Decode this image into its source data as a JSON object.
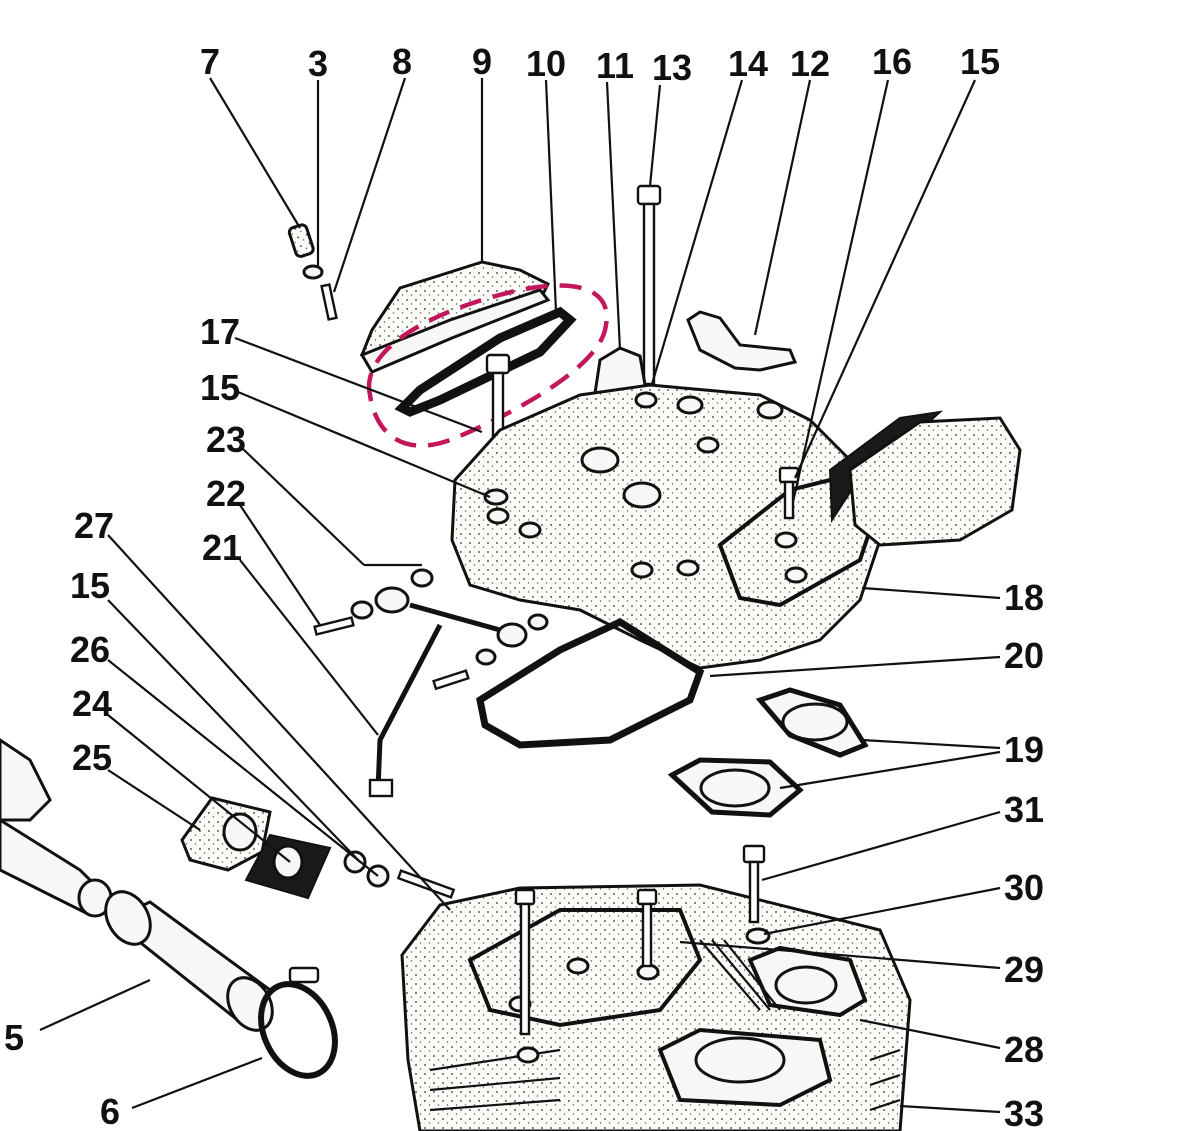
{
  "callouts": [
    {
      "id": "c7",
      "text": "7"
    },
    {
      "id": "c3",
      "text": "3"
    },
    {
      "id": "c8",
      "text": "8"
    },
    {
      "id": "c9",
      "text": "9"
    },
    {
      "id": "c10",
      "text": "10"
    },
    {
      "id": "c11",
      "text": "11"
    },
    {
      "id": "c13",
      "text": "13"
    },
    {
      "id": "c14",
      "text": "14"
    },
    {
      "id": "c12",
      "text": "12"
    },
    {
      "id": "c16",
      "text": "16"
    },
    {
      "id": "c15a",
      "text": "15"
    },
    {
      "id": "c17",
      "text": "17"
    },
    {
      "id": "c15b",
      "text": "15"
    },
    {
      "id": "c23",
      "text": "23"
    },
    {
      "id": "c22",
      "text": "22"
    },
    {
      "id": "c21",
      "text": "21"
    },
    {
      "id": "c27",
      "text": "27"
    },
    {
      "id": "c15c",
      "text": "15"
    },
    {
      "id": "c26",
      "text": "26"
    },
    {
      "id": "c24",
      "text": "24"
    },
    {
      "id": "c25",
      "text": "25"
    },
    {
      "id": "c5",
      "text": "5"
    },
    {
      "id": "c6",
      "text": "6"
    },
    {
      "id": "c18",
      "text": "18"
    },
    {
      "id": "c20",
      "text": "20"
    },
    {
      "id": "c19",
      "text": "19"
    },
    {
      "id": "c31",
      "text": "31"
    },
    {
      "id": "c30",
      "text": "30"
    },
    {
      "id": "c29",
      "text": "29"
    },
    {
      "id": "c28",
      "text": "28"
    },
    {
      "id": "c33",
      "text": "33"
    }
  ],
  "highlight": {
    "color": "#c2185b",
    "style": "dashed",
    "marks": "gasket-10"
  },
  "colors": {
    "ink": "#111111",
    "paper": "#ffffff",
    "highlight": "#c2185b"
  }
}
